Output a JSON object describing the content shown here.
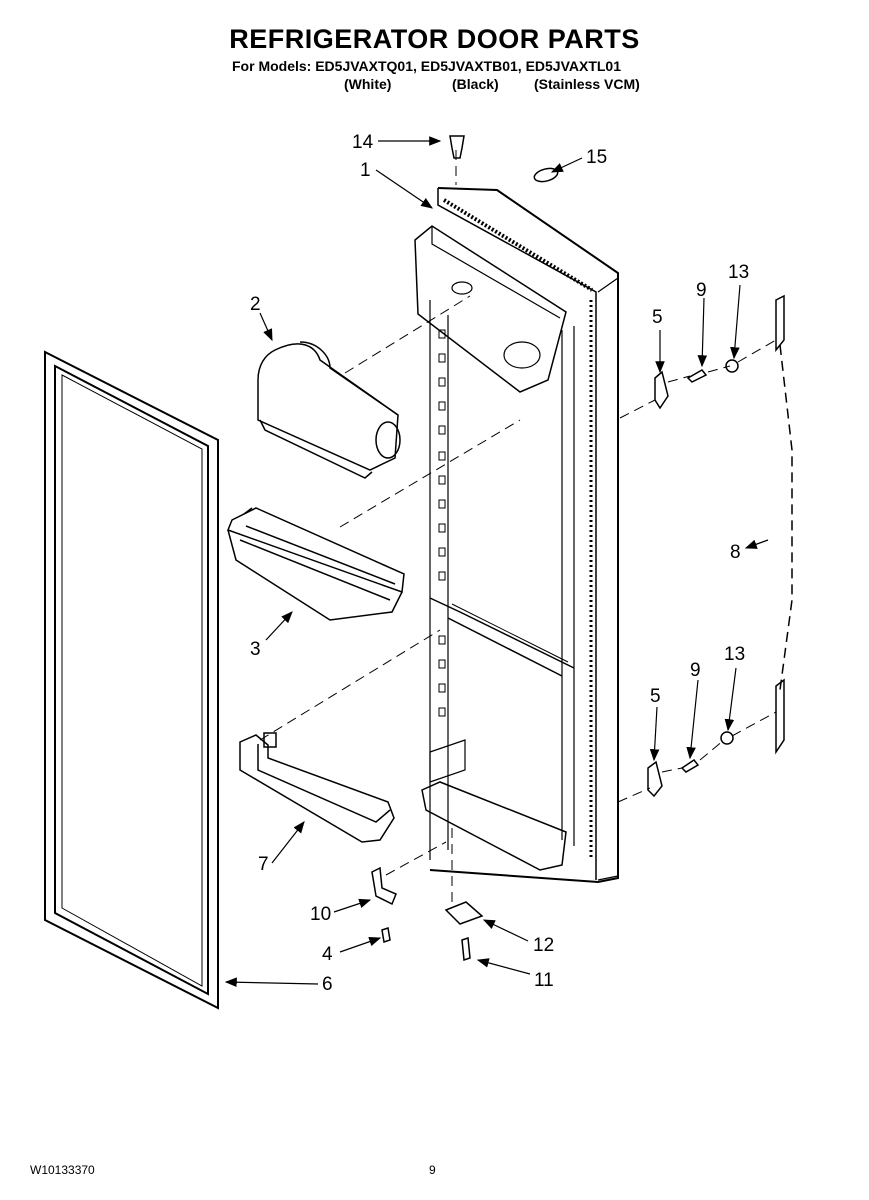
{
  "header": {
    "title": "REFRIGERATOR DOOR PARTS",
    "models_line": "For Models: ED5JVAXTQ01, ED5JVAXTB01, ED5JVAXTL01",
    "variants": [
      "(White)",
      "(Black)",
      "(Stainless VCM)"
    ]
  },
  "callouts": {
    "c1": "1",
    "c2": "2",
    "c3": "3",
    "c4": "4",
    "c5a": "5",
    "c5b": "5",
    "c6": "6",
    "c7": "7",
    "c8": "8",
    "c9a": "9",
    "c9b": "9",
    "c10": "10",
    "c11": "11",
    "c12": "12",
    "c13a": "13",
    "c13b": "13",
    "c14": "14",
    "c15": "15"
  },
  "footer": {
    "doc_number": "W10133370",
    "page_number": "9"
  }
}
